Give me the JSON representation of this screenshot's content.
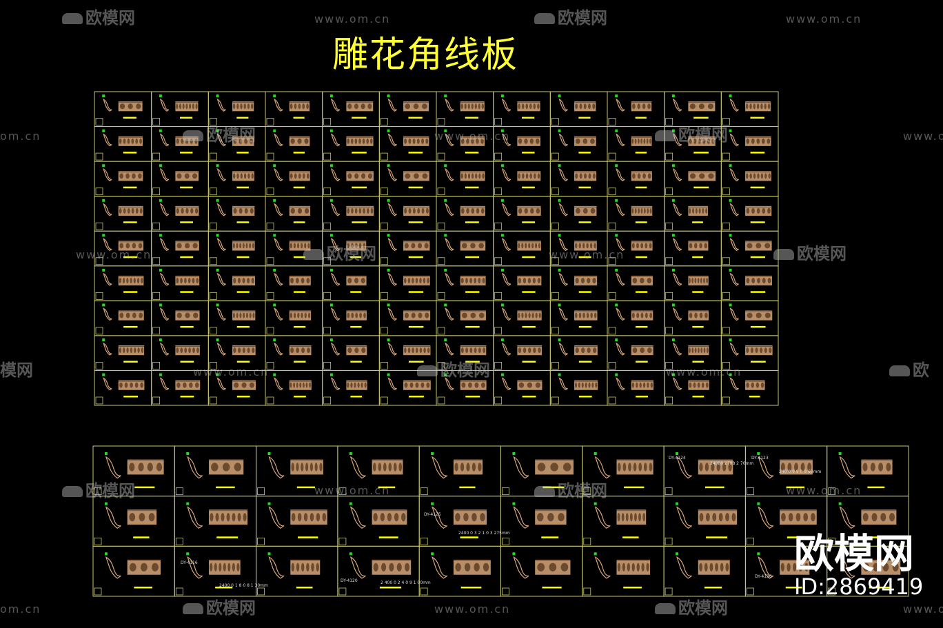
{
  "title": "雕花角线板",
  "watermark": {
    "brand_cn": "欧模网",
    "url": "www.om.cn",
    "url_partial": "om.cn",
    "brand_partial_cn": "模网",
    "brand_clip_cn": "欧"
  },
  "brand_logo": {
    "text": "欧模网",
    "id_text": "ID:2869419"
  },
  "colors": {
    "background": "#000000",
    "frame": "#c8c870",
    "title": "#ffff33",
    "carving": "#d7a77a",
    "marker_green": "#22dd22",
    "label_bar": "#ffff00"
  },
  "sheet_group_top": {
    "rows": 9,
    "cols": 12
  },
  "sheet_group_bottom": {
    "rows": 3,
    "cols": 10,
    "cell_labels": [
      "DY-4124",
      "24000 2708 2 70mm",
      "DY-4123",
      "240 0 9 8 0 9 60mm",
      "DY-4125",
      "2400 0 3 2 1 0 3 275mm",
      "DY-4116",
      "2400 0 1 8 0 8 1 30mm",
      "DY-4120",
      "2 400 0 2 4 0 9 1 00mm",
      "DY-4136"
    ]
  }
}
